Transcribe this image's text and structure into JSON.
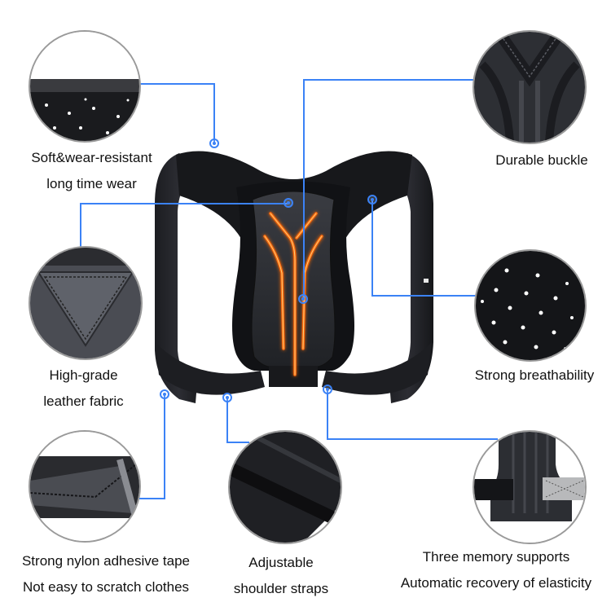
{
  "product": "Posture corrector brace",
  "accent_color": "#3b82f6",
  "glow_color": "#ff7a1a",
  "features": [
    {
      "id": "soft-wear",
      "lines": [
        "Soft&wear-resistant",
        "long time wear"
      ],
      "detail": "perforated-fabric-edge"
    },
    {
      "id": "durable-buckle",
      "lines": [
        "Durable buckle"
      ],
      "detail": "y-shaped-leather-panel"
    },
    {
      "id": "leather",
      "lines": [
        "High-grade",
        "leather fabric"
      ],
      "detail": "stitched-leather-triangle"
    },
    {
      "id": "breathability",
      "lines": [
        "Strong breathability"
      ],
      "detail": "perforated-mesh"
    },
    {
      "id": "nylon-tape",
      "lines": [
        "Strong nylon adhesive tape",
        "Not easy to scratch clothes"
      ],
      "detail": "nylon-tape"
    },
    {
      "id": "straps",
      "lines": [
        "Adjustable",
        "shoulder straps"
      ],
      "detail": "woven-strap"
    },
    {
      "id": "memory-supports",
      "lines": [
        "Three memory supports",
        "Automatic recovery of elasticity"
      ],
      "detail": "support-buckle-base"
    }
  ]
}
